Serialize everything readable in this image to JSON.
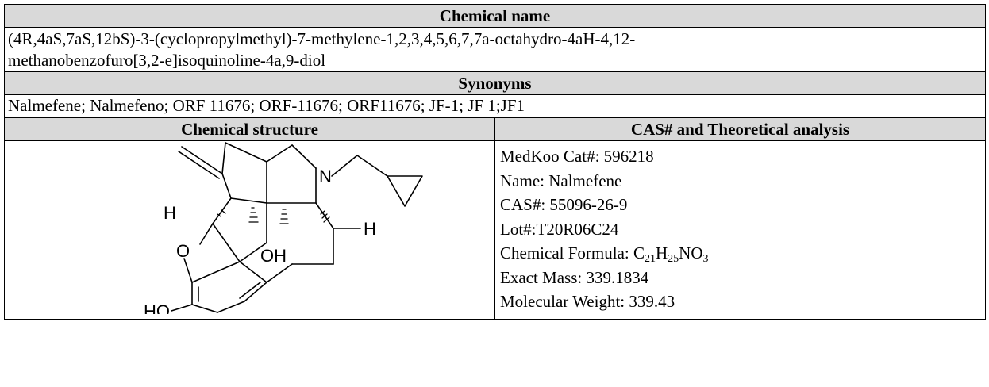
{
  "sections": {
    "chemical_name_header": "Chemical name",
    "synonyms_header": "Synonyms",
    "structure_header": "Chemical structure",
    "analysis_header": "CAS# and Theoretical analysis"
  },
  "chemical_name": {
    "line1": "(4R,4aS,7aS,12bS)-3-(cyclopropylmethyl)-7-methylene-1,2,3,4,5,6,7,7a-octahydro-4aH-4,12-",
    "line2": "methanobenzofuro[3,2-e]isoquinoline-4a,9-diol"
  },
  "synonyms": "Nalmefene; Nalmefeno; ORF 11676; ORF-11676; ORF11676; JF-1; JF 1;JF1",
  "structure_labels": {
    "h_left": "H",
    "n": "N",
    "o": "O",
    "oh": "OH",
    "h_right": "H",
    "ho": "HO"
  },
  "analysis": {
    "cat": "MedKoo Cat#: 596218",
    "name": "Name: Nalmefene",
    "cas": "CAS#: 55096-26-9",
    "lot": "Lot#:T20R06C24",
    "formula_label": "Chemical Formula: ",
    "formula_c": "C",
    "formula_c_sub": "21",
    "formula_h": "H",
    "formula_h_sub": "25",
    "formula_rest": "NO",
    "formula_o_sub": "3",
    "exact_mass": "Exact Mass: 339.1834",
    "mw": "Molecular Weight: 339.43"
  },
  "colors": {
    "header_bg": "#d9d9d9",
    "border": "#000000",
    "text": "#000000"
  }
}
